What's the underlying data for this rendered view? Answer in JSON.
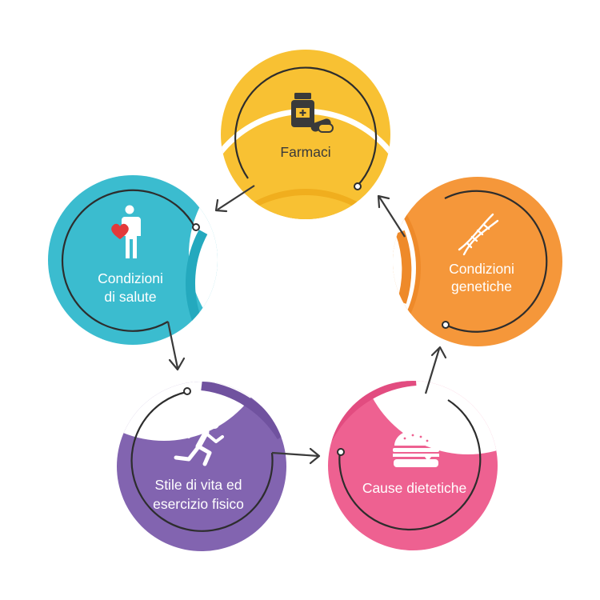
{
  "nodes": {
    "farmaci": {
      "label": [
        "Farmaci"
      ],
      "color": "#F8C133",
      "band": "#F0AE1E"
    },
    "genetiche": {
      "label": [
        "Condizioni",
        "genetiche"
      ],
      "color": "#F5973A",
      "band": "#EE8A2A"
    },
    "dietetiche": {
      "label": [
        "Cause dietetiche"
      ],
      "color": "#EE6191",
      "band": "#E24C80"
    },
    "stile": {
      "label": [
        "Stile di vita ed",
        "esercizio fisico"
      ],
      "color": "#8264B0",
      "band": "#70529F"
    },
    "salute": {
      "label": [
        "Condizioni",
        "di salute"
      ],
      "color": "#3BBCCF",
      "band": "#24A9BE"
    }
  },
  "icons": {
    "farmaci": "pill-bottle-icon",
    "genetiche": "dna-icon",
    "dietetiche": "burger-icon",
    "stile": "running-person-icon",
    "salute": "person-with-heart-icon"
  }
}
